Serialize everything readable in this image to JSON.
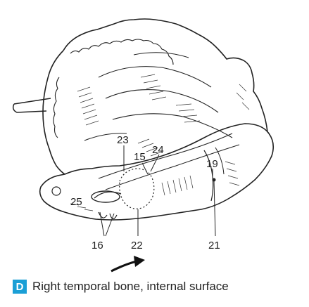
{
  "figure": {
    "labels": {
      "l25": "25",
      "l23": "23",
      "l15": "15",
      "l24": "24",
      "l19": "19",
      "l16": "16",
      "l22": "22",
      "l21": "21"
    }
  },
  "caption": {
    "badge": "D",
    "text": "Right temporal bone, internal surface"
  },
  "colors": {
    "badge": "#1a9fd6",
    "line": "#222222"
  }
}
